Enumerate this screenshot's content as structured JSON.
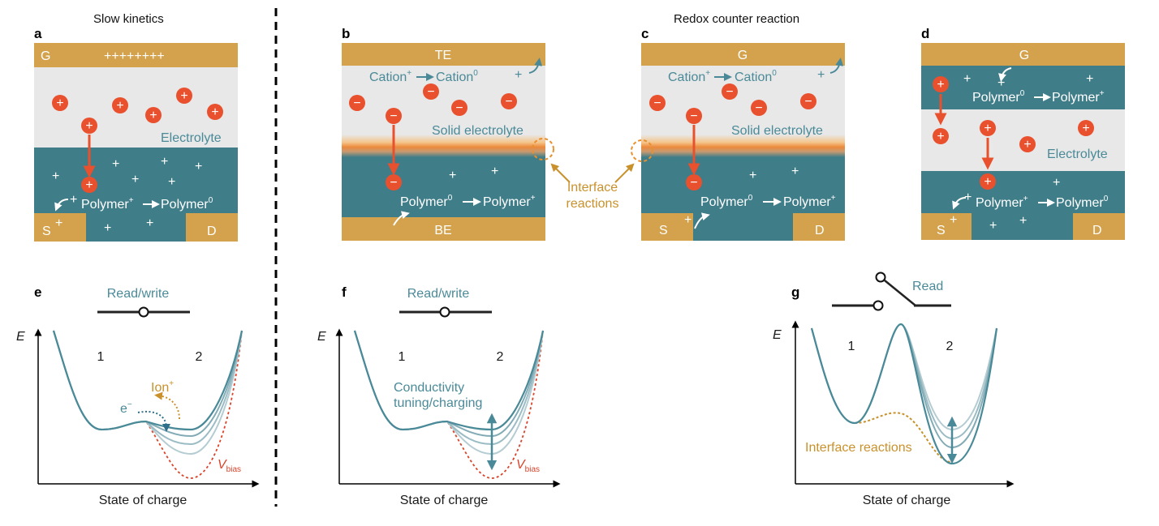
{
  "colors": {
    "gold": "#d4a24c",
    "teal": "#3f7d89",
    "electrolyte": "#e8e8e8",
    "ion_red": "#e9502d",
    "curve_dark": "#4a8a98",
    "curve_light": "#b4ccd2",
    "vbias_red": "#d9442a",
    "interface_gold": "#c9912c"
  },
  "titles": {
    "slow_kinetics": "Slow kinetics",
    "redox_counter": "Redox counter reaction"
  },
  "panels": {
    "a": {
      "label": "a",
      "top_electrode": "G",
      "charges": "++++++++",
      "electrolyte": "Electrolyte",
      "reaction_left": "Polymer",
      "reaction_left_sup": "+",
      "reaction_right": "Polymer",
      "reaction_right_sup": "0",
      "source": "S",
      "drain": "D",
      "ion": "+",
      "plus": "+"
    },
    "b": {
      "label": "b",
      "top_electrode": "TE",
      "bottom_electrode": "BE",
      "cation_left": "Cation",
      "cation_left_sup": "+",
      "cation_right": "Cation",
      "cation_right_sup": "0",
      "electrolyte": "Solid electrolyte",
      "reaction_left": "Polymer",
      "reaction_left_sup": "0",
      "reaction_right": "Polymer",
      "reaction_right_sup": "+",
      "ion": "−",
      "plus": "+"
    },
    "interface": {
      "line1": "Interface",
      "line2": "reactions"
    },
    "c": {
      "label": "c",
      "top_electrode": "G",
      "cation_left": "Cation",
      "cation_left_sup": "+",
      "cation_right": "Cation",
      "cation_right_sup": "0",
      "electrolyte": "Solid electrolyte",
      "reaction_left": "Polymer",
      "reaction_left_sup": "0",
      "reaction_right": "Polymer",
      "reaction_right_sup": "+",
      "source": "S",
      "drain": "D",
      "ion": "−",
      "plus": "+"
    },
    "d": {
      "label": "d",
      "top_electrode": "G",
      "reaction_top_left": "Polymer",
      "reaction_top_left_sup": "0",
      "reaction_top_right": "Polymer",
      "reaction_top_right_sup": "+",
      "electrolyte": "Electrolyte",
      "reaction_left": "Polymer",
      "reaction_left_sup": "+",
      "reaction_right": "Polymer",
      "reaction_right_sup": "0",
      "source": "S",
      "drain": "D",
      "ion": "+",
      "plus": "+"
    },
    "e": {
      "label": "e",
      "switch_label": "Read/write",
      "y_axis": "E",
      "x_axis": "State of charge",
      "state1": "1",
      "state2": "2",
      "ion_label": "Ion",
      "ion_sup": "+",
      "electron_label": "e",
      "electron_sup": "−",
      "vbias": "V",
      "vbias_sub": "bias"
    },
    "f": {
      "label": "f",
      "switch_label": "Read/write",
      "y_axis": "E",
      "x_axis": "State of charge",
      "state1": "1",
      "state2": "2",
      "tuning_line1": "Conductivity",
      "tuning_line2": "tuning/charging",
      "vbias": "V",
      "vbias_sub": "bias"
    },
    "g": {
      "label": "g",
      "switch_label": "Read",
      "y_axis": "E",
      "x_axis": "State of charge",
      "state1": "1",
      "state2": "2",
      "interface": "Interface reactions"
    }
  }
}
